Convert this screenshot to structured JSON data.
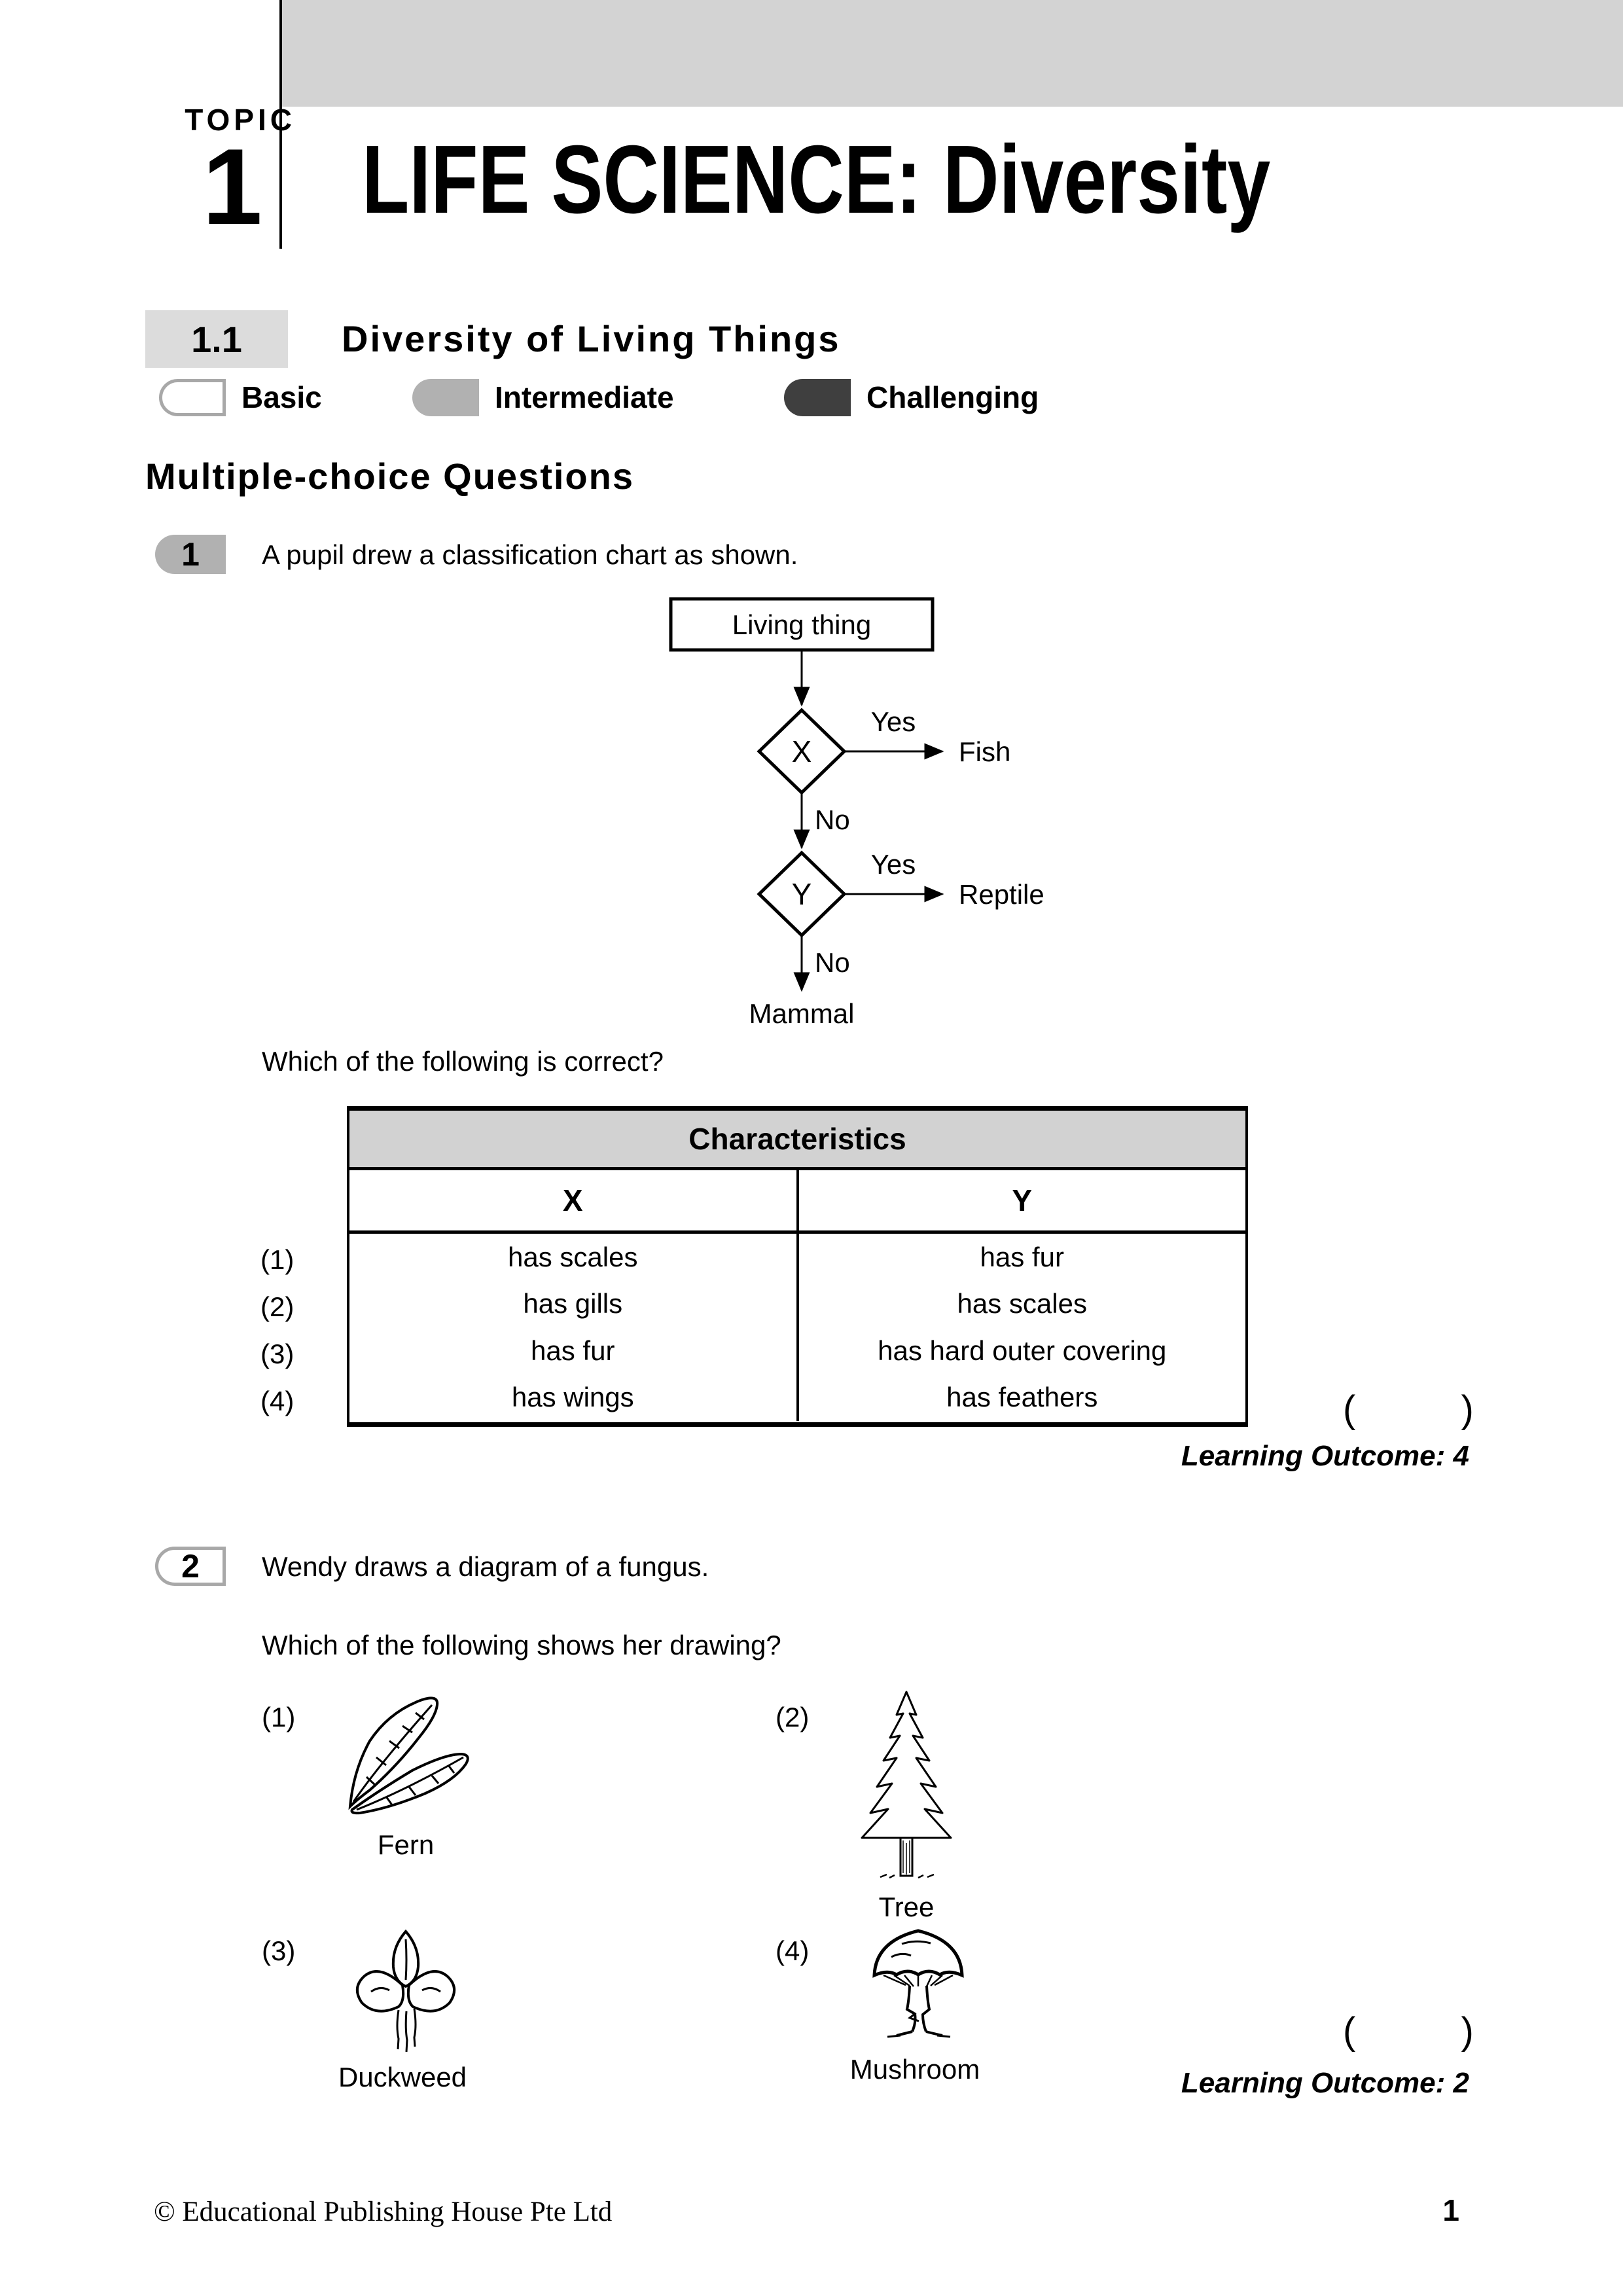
{
  "page": {
    "topic_label": "TOPIC",
    "topic_number": "1",
    "title": "LIFE SCIENCE: Diversity",
    "footer_copyright": "© Educational Publishing House Pte Ltd",
    "page_number": "1"
  },
  "section": {
    "number": "1.1",
    "title": "Diversity of Living Things",
    "legend": [
      {
        "label": "Basic"
      },
      {
        "label": "Intermediate"
      },
      {
        "label": "Challenging"
      }
    ],
    "subsection_heading": "Multiple-choice Questions"
  },
  "q1": {
    "number": "1",
    "text": "A pupil drew a classification chart as shown.",
    "flowchart": {
      "root": "Living thing",
      "decision1": "X",
      "decision2": "Y",
      "yes1": "Yes",
      "no1": "No",
      "yes2": "Yes",
      "no2": "No",
      "outcome_yes1": "Fish",
      "outcome_yes2": "Reptile",
      "outcome_no2": "Mammal"
    },
    "question": "Which of the following is correct?",
    "table": {
      "header": "Characteristics",
      "columns": [
        "X",
        "Y"
      ],
      "rows": [
        {
          "label": "(1)",
          "x": "has scales",
          "y": "has fur"
        },
        {
          "label": "(2)",
          "x": "has gills",
          "y": "has scales"
        },
        {
          "label": "(3)",
          "x": "has fur",
          "y": "has hard outer covering"
        },
        {
          "label": "(4)",
          "x": "has wings",
          "y": "has feathers"
        }
      ]
    },
    "answer_blank": "(          )",
    "learning_outcome": "Learning Outcome: 4"
  },
  "q2": {
    "number": "2",
    "text": "Wendy draws a diagram of a fungus.",
    "question": "Which of the following shows her drawing?",
    "options": [
      {
        "label": "(1)",
        "caption": "Fern"
      },
      {
        "label": "(2)",
        "caption": "Tree"
      },
      {
        "label": "(3)",
        "caption": "Duckweed"
      },
      {
        "label": "(4)",
        "caption": "Mushroom"
      }
    ],
    "answer_blank": "(          )",
    "learning_outcome": "Learning Outcome: 2"
  }
}
